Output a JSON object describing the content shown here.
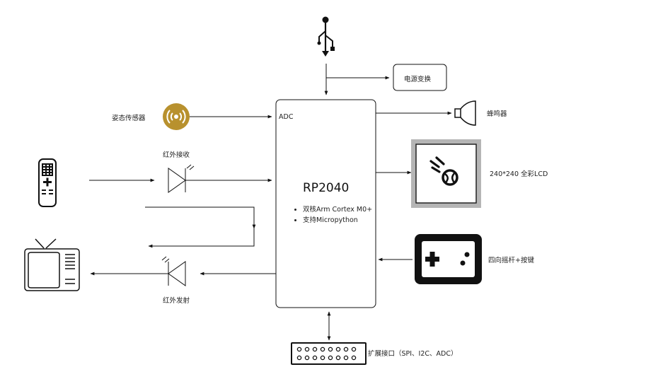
{
  "core": {
    "title": "RP2040",
    "adc_label": "ADC",
    "features": [
      "双核Arm Cortex M0+",
      "支持Micropython"
    ]
  },
  "labels": {
    "power": "电源变换",
    "buzzer": "蜂鸣器",
    "lcd": "240*240 全彩LCD",
    "joystick": "四向摇杆+按键",
    "expansion": "扩展接口（SPI、I2C、ADC）",
    "attitude": "姿态传感器",
    "ir_receive": "红外接收",
    "ir_transmit": "红外发射"
  },
  "colors": {
    "line": "#111111",
    "sensor_gold": "#b8912e",
    "lcd_frame": "#b5b5b5"
  },
  "icons": [
    "usb-icon",
    "gyro-sensor-icon",
    "remote-control-icon",
    "tv-icon",
    "buzzer-icon",
    "lcd-ball-icon",
    "gamepad-icon",
    "pin-header-icon",
    "diode-icon"
  ]
}
